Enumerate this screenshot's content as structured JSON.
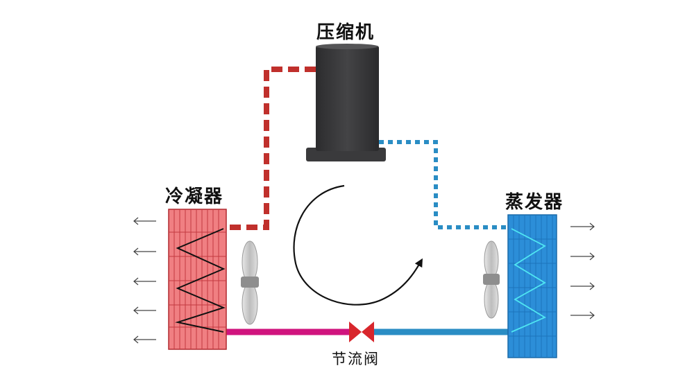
{
  "labels": {
    "compressor": "压缩机",
    "condenser": "冷凝器",
    "evaporator": "蒸发器",
    "expansion_valve": "节流阀"
  },
  "colors": {
    "compressor_body": "#3a3a3c",
    "hot_gas_line": "#c0302c",
    "suction_line": "#2a8dc4",
    "liquid_line_hot": "#d0147e",
    "liquid_line_cold": "#2a8dc4",
    "condenser_fill": "#f07f82",
    "evaporator_fill": "#2c8ed8",
    "valve": "#d8262c",
    "fan": "#c9c9c9"
  },
  "icons": {
    "airflow_left": "arrow-left-icon",
    "airflow_right": "arrow-right-icon",
    "cycle": "clockwise-cycle-arrow-icon",
    "fan": "fan-icon"
  }
}
